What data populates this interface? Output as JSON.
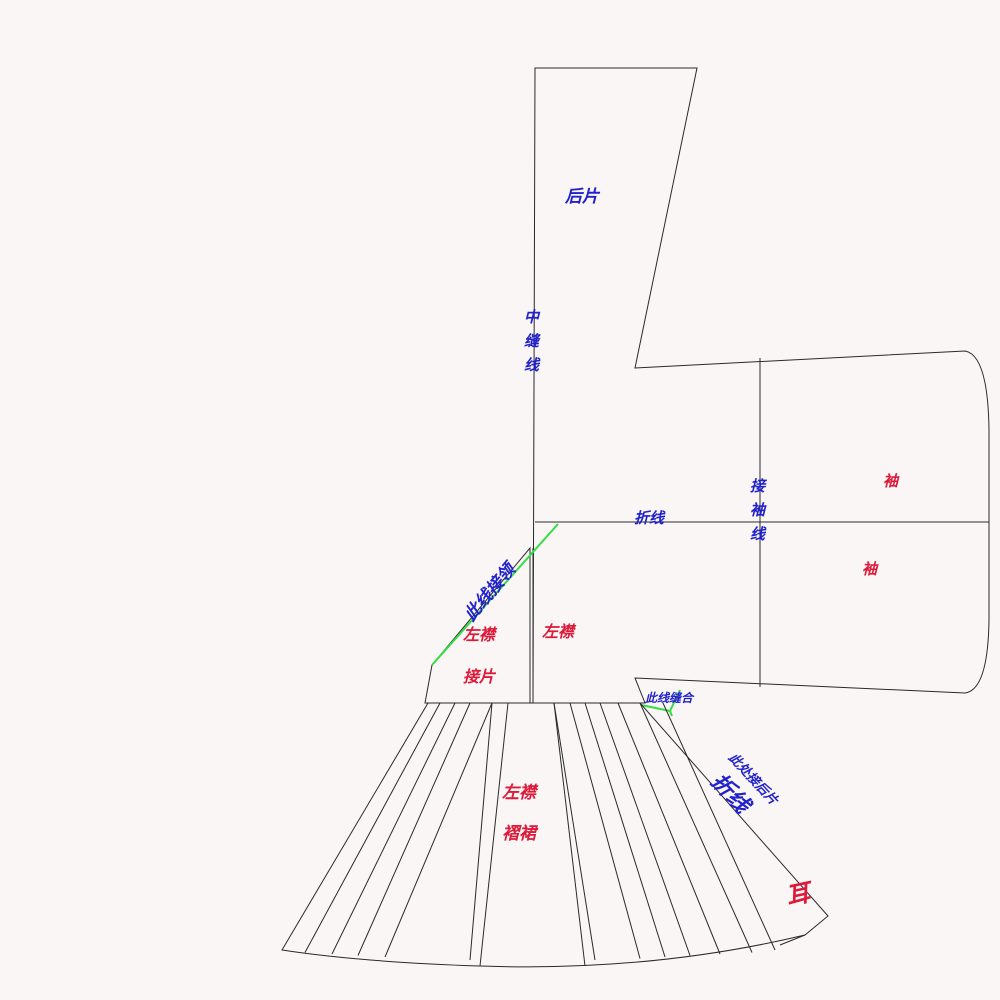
{
  "labels": {
    "back_panel": "后片",
    "center_seam": [
      "中",
      "缝",
      "线"
    ],
    "fold_line": "折线",
    "sleeve_seam": [
      "接",
      "袖",
      "线"
    ],
    "sleeve_top": "袖",
    "sleeve_bottom": "袖",
    "collar_line": "此线接领",
    "left_lapel_small": "左襟",
    "left_lapel": "左襟",
    "join_piece": "接片",
    "sew_line": "此线缝合",
    "skirt_title": "左襟",
    "skirt_sub": "褶裙",
    "join_back": "此处接后片",
    "skirt_fold": "折线",
    "ear": "耳"
  },
  "colors": {
    "text_blue": "#2222cc",
    "text_red": "#dd1a3a",
    "seam_green": "#33dd44",
    "outline": "#2a2a2a",
    "background": "#f9f6f5"
  }
}
